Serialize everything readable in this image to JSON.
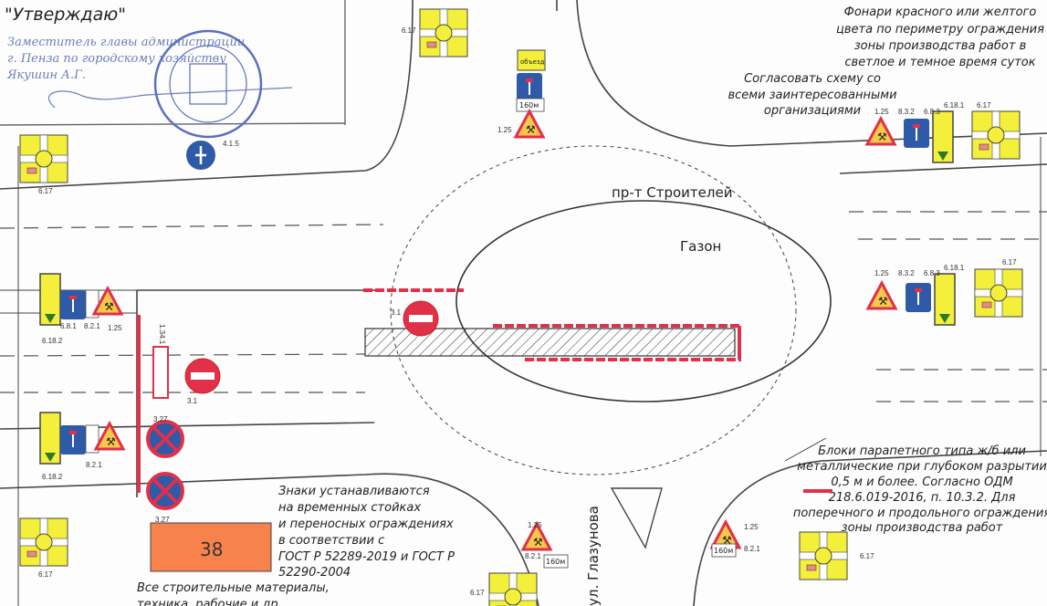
{
  "approval": {
    "title": "\"Утверждаю\"",
    "line1": "Заместитель главы администрации",
    "line2": "г. Пенза по городскому хозяйству",
    "line3": "Якушин А.Г."
  },
  "labels": {
    "street_main": "пр-т Строителей",
    "street_side": "ул. Глазунова",
    "lawn": "Газон",
    "zone_number": "38"
  },
  "notes": {
    "lights": [
      "Фонари красного или желтого",
      "цвета по периметру ограждения",
      "зоны производства работ в",
      "светлое и темное время суток"
    ],
    "agree": [
      "Согласовать схему со",
      "всеми заинтересованными",
      "организациями"
    ],
    "blocks": [
      "Блоки парапетного типа ж/б или",
      "металлические при глубоком разрытии",
      "0,5 м и более. Согласно ОДМ",
      "218.6.019-2016, п. 10.3.2. Для",
      "поперечного и продольного ограждения",
      "зоны производства работ"
    ],
    "signs": [
      "Знаки устанавливаются",
      "на временных стойках",
      "и переносных  ограждениях",
      "в соответствии с",
      "ГОСТ Р 52289-2019 и ГОСТ Р",
      "52290-2004"
    ],
    "materials": [
      "Все строительные материалы,",
      "техника, рабочие и др."
    ]
  },
  "signs": {
    "c617": "6.17",
    "c6182": "6.18.2",
    "c6181": "6.18.1",
    "c681": "6.8.1",
    "c683": "6.8.3",
    "c821": "8.2.1",
    "c832": "8.3.2",
    "c125": "1.25",
    "c31": "3.1",
    "c327": "3.27",
    "c1341": "1.34.1",
    "c415": "4.1.5",
    "detour": "объезд",
    "dist": "160м"
  },
  "colors": {
    "yellow": "#f4ef3a",
    "blue": "#2f5aa8",
    "red": "#e0304a",
    "orange": "#f7824c",
    "stamp": "#5b6fc0"
  }
}
